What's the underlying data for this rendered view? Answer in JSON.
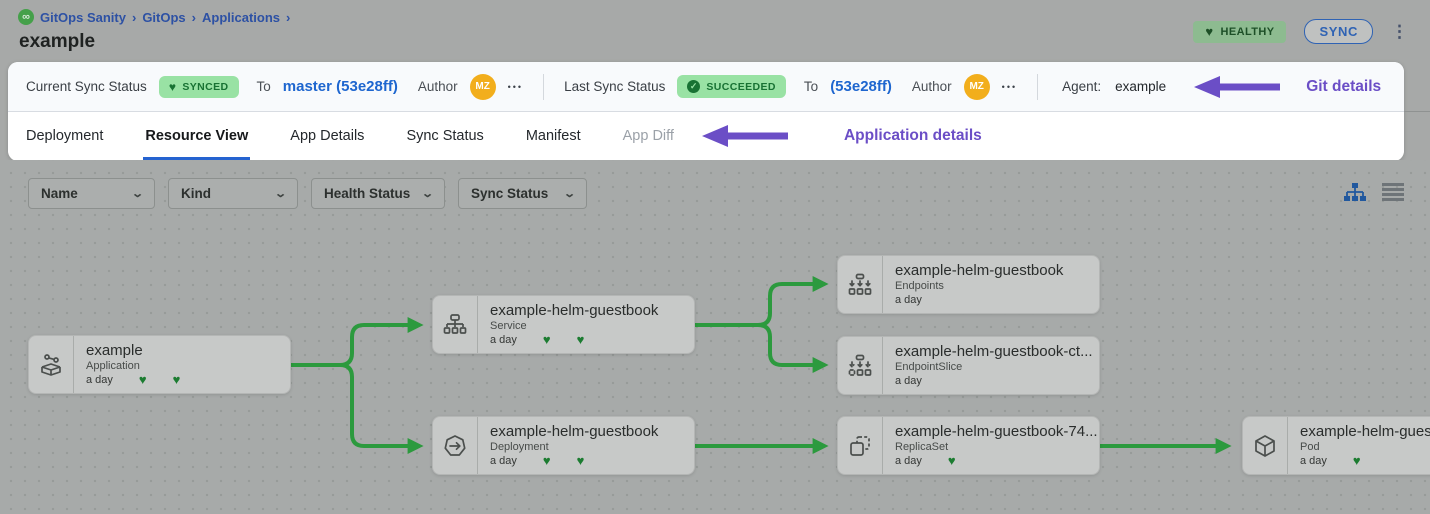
{
  "breadcrumb": {
    "separator": "›",
    "items": [
      {
        "label": "GitOps Sanity"
      },
      {
        "label": "GitOps"
      },
      {
        "label": "Applications"
      }
    ]
  },
  "header": {
    "title": "example",
    "health_badge": "HEALTHY",
    "sync_button": "SYNC"
  },
  "status_bar": {
    "current": {
      "label": "Current Sync Status",
      "badge": "SYNCED",
      "to_label": "To",
      "commit": "master (53e28ff)",
      "author_label": "Author",
      "avatar": "MZ"
    },
    "last": {
      "label": "Last Sync Status",
      "badge": "SUCCEEDED",
      "to_label": "To",
      "commit": "(53e28ff)",
      "author_label": "Author",
      "avatar": "MZ"
    },
    "agent": {
      "label": "Agent:",
      "value": "example"
    },
    "annotation": "Git details"
  },
  "tabs": {
    "items": [
      {
        "label": "Deployment"
      },
      {
        "label": "Resource View"
      },
      {
        "label": "App Details"
      },
      {
        "label": "Sync Status"
      },
      {
        "label": "Manifest"
      },
      {
        "label": "App Diff"
      }
    ],
    "annotation": "Application details"
  },
  "filters": [
    {
      "label": "Name"
    },
    {
      "label": "Kind"
    },
    {
      "label": "Health Status"
    },
    {
      "label": "Sync Status"
    }
  ],
  "graph": {
    "nodes": [
      {
        "name": "example",
        "kind": "Application",
        "age": "a day"
      },
      {
        "name": "example-helm-guestbook",
        "kind": "Service",
        "age": "a day"
      },
      {
        "name": "example-helm-guestbook",
        "kind": "Deployment",
        "age": "a day"
      },
      {
        "name": "example-helm-guestbook",
        "kind": "Endpoints",
        "age": "a day"
      },
      {
        "name": "example-helm-guestbook-ct...",
        "kind": "EndpointSlice",
        "age": "a day"
      },
      {
        "name": "example-helm-guestbook-74...",
        "kind": "ReplicaSet",
        "age": "a day"
      },
      {
        "name": "example-helm-guest",
        "kind": "Pod",
        "age": "a day"
      }
    ]
  },
  "icons": {
    "heart": "♥",
    "check": "✓",
    "ellipsis": "•••",
    "kebab": "⋮",
    "chevron_down": "⌄",
    "logo": "∞"
  },
  "colors": {
    "accent_blue": "#2563d0",
    "link_blue": "#1e66cf",
    "success_green": "#187233",
    "badge_green_bg": "#99e2a4",
    "edge_green": "#2c9a3e",
    "annotation_purple": "#6b4ec6",
    "avatar_orange": "#f2ae1c"
  }
}
